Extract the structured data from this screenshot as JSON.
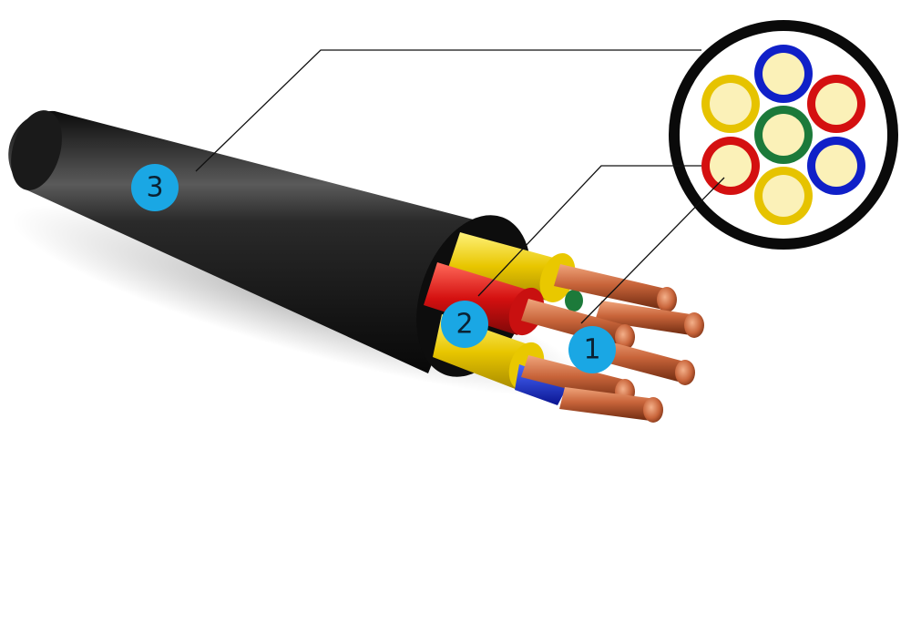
{
  "callouts": [
    {
      "id": "1",
      "label": "1"
    },
    {
      "id": "2",
      "label": "2"
    },
    {
      "id": "3",
      "label": "3"
    }
  ],
  "colors": {
    "background": "#ffffff",
    "sheath": "#1b1b1b",
    "copper": "#c8643a",
    "insulation_yellow": "#e6c300",
    "insulation_red": "#d41010",
    "insulation_blue": "#1020c8",
    "insulation_green": "#1c7a3a",
    "core_fill": "#fbf1b8",
    "callout_badge": "#1aa7e4",
    "leader_line": "#111111"
  },
  "cross_section": {
    "cores": [
      {
        "position": "top",
        "color": "blue"
      },
      {
        "position": "upper-right",
        "color": "red"
      },
      {
        "position": "right",
        "color": "blue"
      },
      {
        "position": "bottom",
        "color": "yellow"
      },
      {
        "position": "left",
        "color": "red"
      },
      {
        "position": "upper-left",
        "color": "yellow"
      },
      {
        "position": "center",
        "color": "green"
      }
    ]
  }
}
